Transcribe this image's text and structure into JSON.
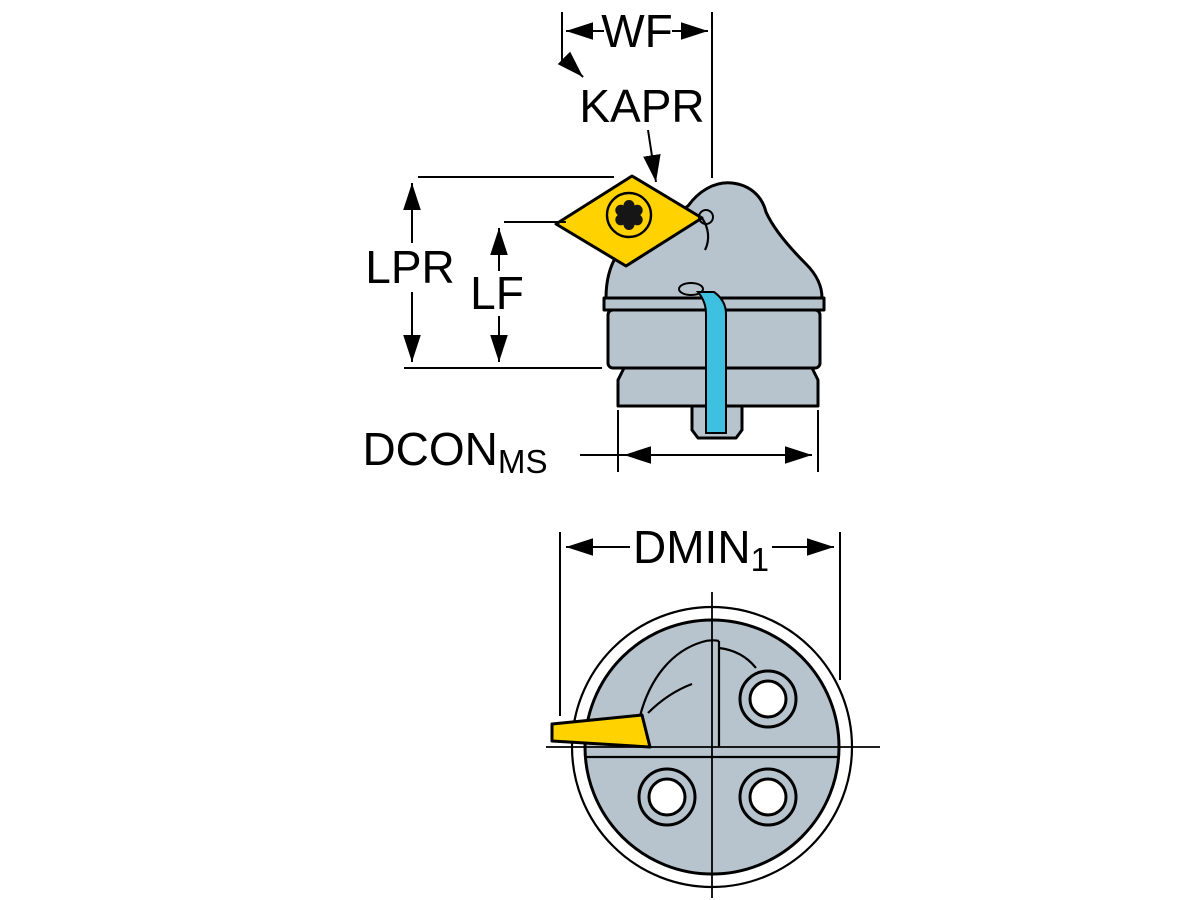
{
  "labels": {
    "wf": "WF",
    "kapr": "KAPR",
    "lpr": "LPR",
    "lf": "LF",
    "dcon_main": "DCON",
    "dcon_sub": "MS",
    "dmin_main": "DMIN",
    "dmin_sub": "1"
  },
  "colors": {
    "body": "#b7c4cd",
    "insert": "#ffd200",
    "coolant": "#3ec1e0",
    "line": "#000000",
    "background": "#ffffff"
  }
}
